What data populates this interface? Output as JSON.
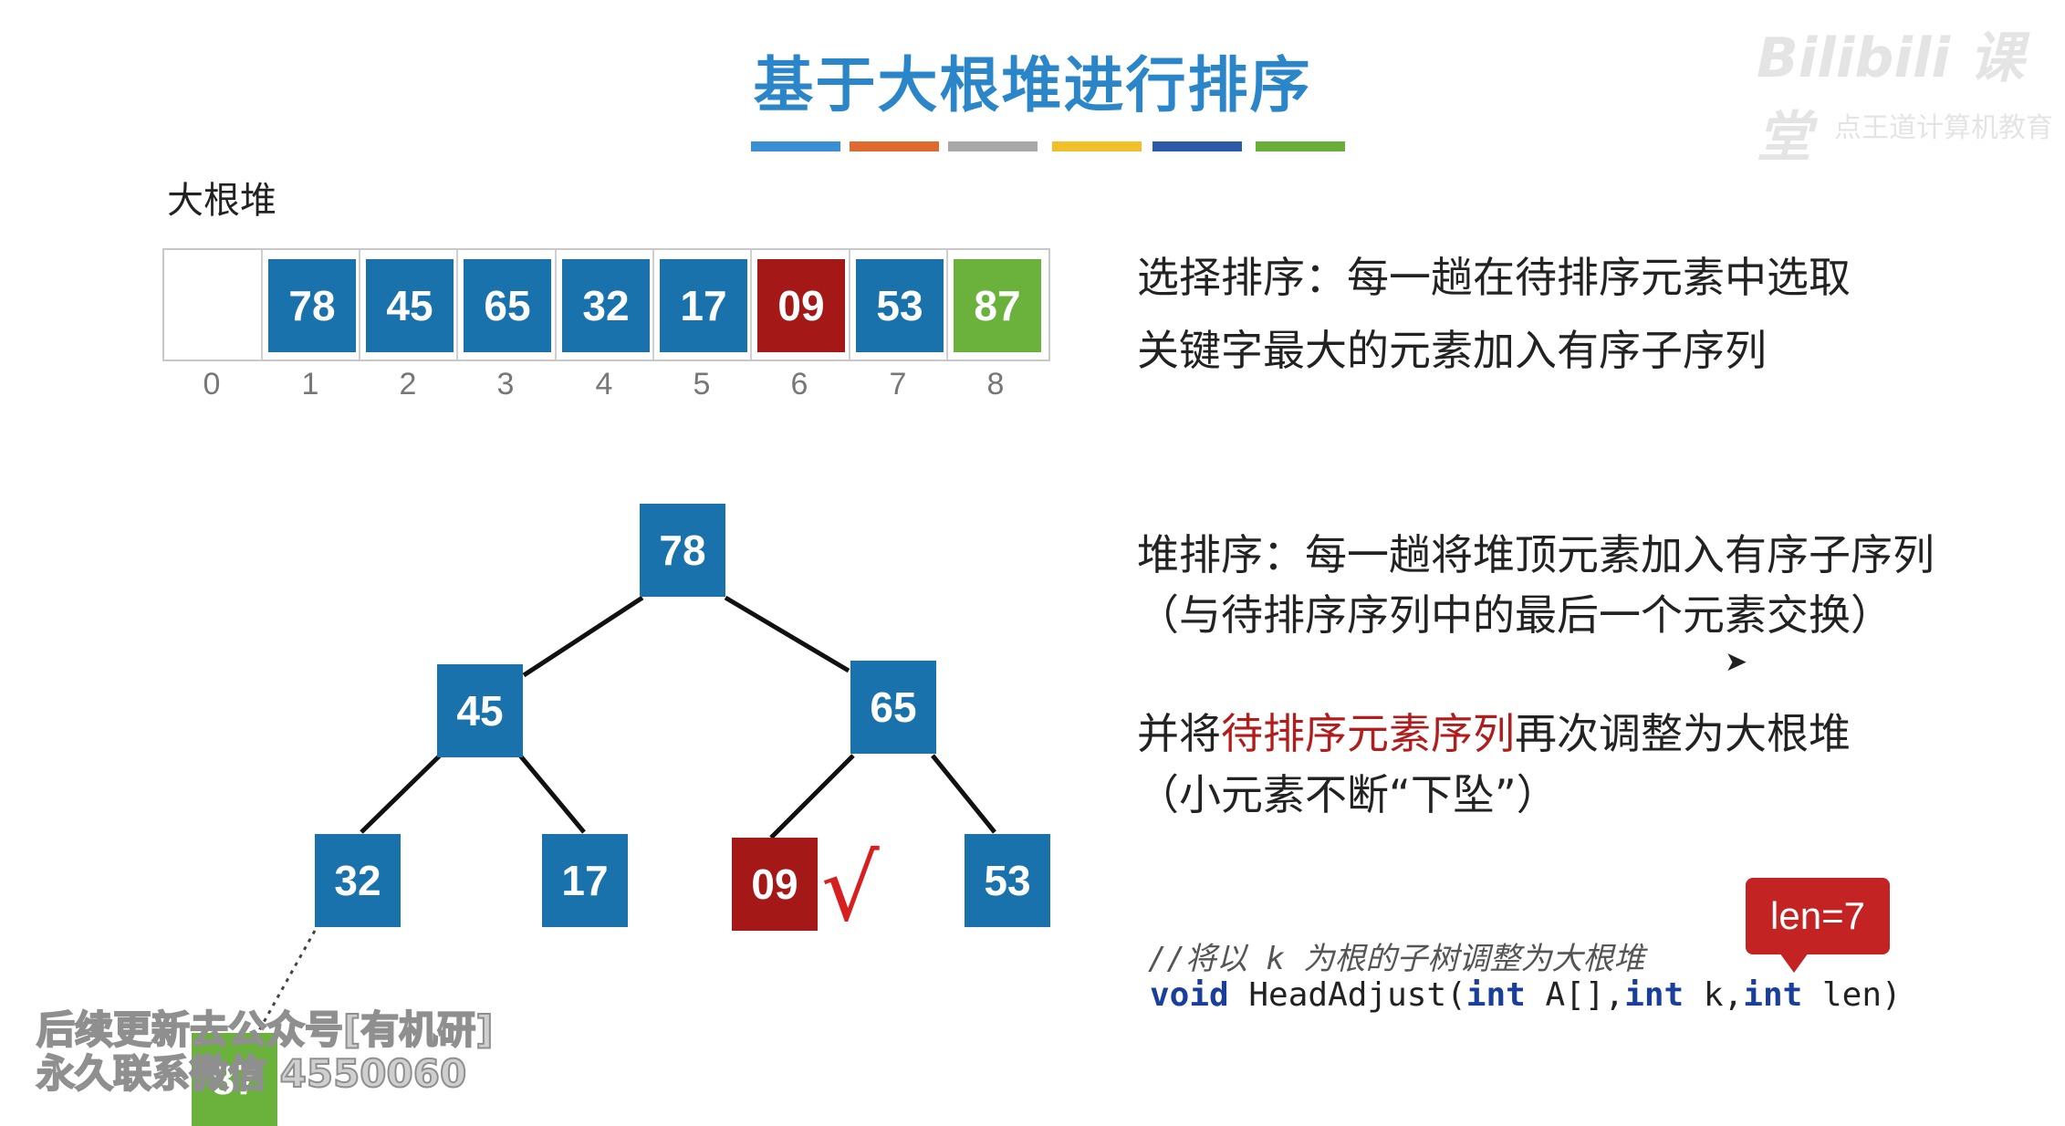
{
  "title": "基于大根堆进行排序",
  "title_bar_colors": [
    "#3a8fd4",
    "#e06a2e",
    "#a8a8a8",
    "#f0bf2a",
    "#2d5aa8",
    "#6aae3a"
  ],
  "logo": {
    "main": "Bilibili 课堂",
    "sub": "点王道计算机教育"
  },
  "heap_label": "大根堆",
  "array": {
    "cells": [
      {
        "value": "",
        "color": "#ffffff"
      },
      {
        "value": "78",
        "color": "#1a72ad"
      },
      {
        "value": "45",
        "color": "#1a72ad"
      },
      {
        "value": "65",
        "color": "#1a72ad"
      },
      {
        "value": "32",
        "color": "#1a72ad"
      },
      {
        "value": "17",
        "color": "#1a72ad"
      },
      {
        "value": "09",
        "color": "#a41818"
      },
      {
        "value": "53",
        "color": "#1a72ad"
      },
      {
        "value": "87",
        "color": "#6ab23c"
      }
    ],
    "indices": [
      "0",
      "1",
      "2",
      "3",
      "4",
      "5",
      "6",
      "7",
      "8"
    ]
  },
  "tree": {
    "nodes": [
      {
        "value": "78",
        "color": "#1a72ad"
      },
      {
        "value": "45",
        "color": "#1a72ad"
      },
      {
        "value": "65",
        "color": "#1a72ad"
      },
      {
        "value": "32",
        "color": "#1a72ad"
      },
      {
        "value": "17",
        "color": "#1a72ad"
      },
      {
        "value": "09",
        "color": "#a41818"
      },
      {
        "value": "53",
        "color": "#1a72ad"
      },
      {
        "value": "87",
        "color": "#6ab23c"
      }
    ],
    "check_mark": "√"
  },
  "text": {
    "selection_sort_line1": "选择排序：每一趟在待排序元素中选取",
    "selection_sort_line2": "关键字最大的元素加入有序子序列",
    "heap_sort_line1": "堆排序：每一趟将堆顶元素加入有序子序列",
    "heap_sort_line2": "（与待排序序列中的最后一个元素交换）",
    "adjust_prefix": "并将",
    "adjust_highlight": "待排序元素序列",
    "adjust_suffix": "再次调整为大根堆",
    "adjust_line2": "（小元素不断“下坠”）"
  },
  "code": {
    "comment": "//将以 k 为根的子树调整为大根堆",
    "kw_void": "void",
    "func_name": " HeadAdjust(",
    "kw_int1": "int",
    "param1": " A[],",
    "kw_int2": "int",
    "param2": " k,",
    "kw_int3": "int",
    "param3": " len)"
  },
  "badge": "len=7",
  "watermark": {
    "line1": "后续更新去公众号[有机研]",
    "line2": "永久联系微信 4550060"
  }
}
